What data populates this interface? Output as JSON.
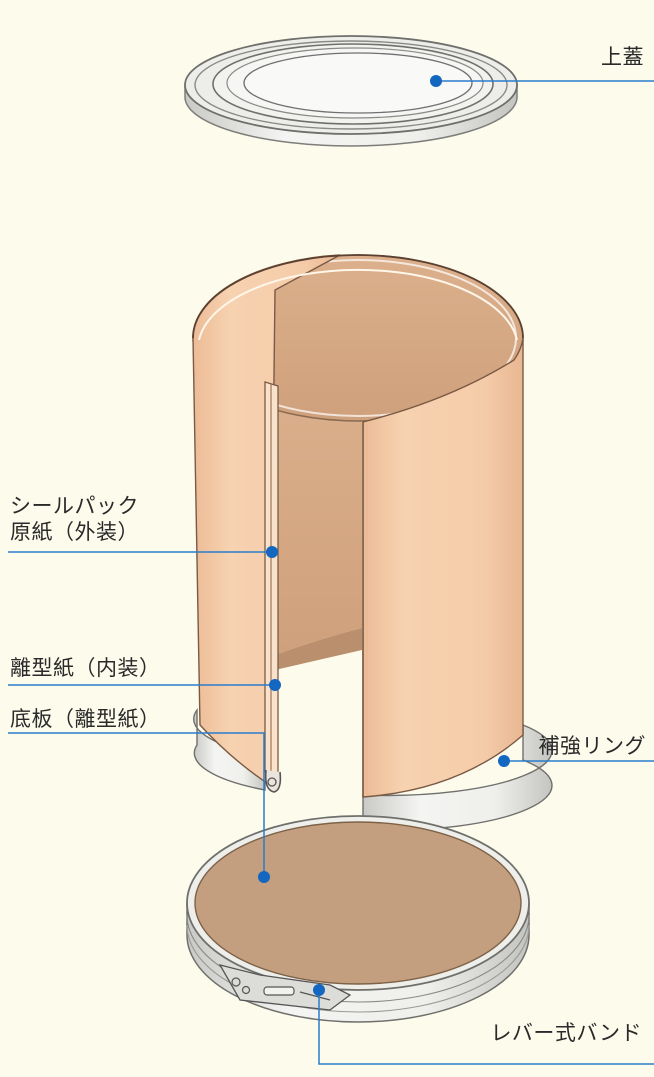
{
  "labels": {
    "top_lid": "上蓋",
    "outer_paper_line1": "シールパック",
    "outer_paper_line2": "原紙（外装）",
    "inner_release_paper": "離型紙（内装）",
    "reinforcing_ring": "補強リング",
    "bottom_plate": "底板（離型紙）",
    "lever_band": "レバー式バンド"
  },
  "colors": {
    "background": "#fdfbec",
    "outer_paper": "#f5cba6",
    "inner_paper": "#d8ad8a",
    "bottom_board": "#c4a07e",
    "metal": "#e6e6e2",
    "leader_line": "#2a7ccc",
    "leader_dot": "#1467c1"
  }
}
